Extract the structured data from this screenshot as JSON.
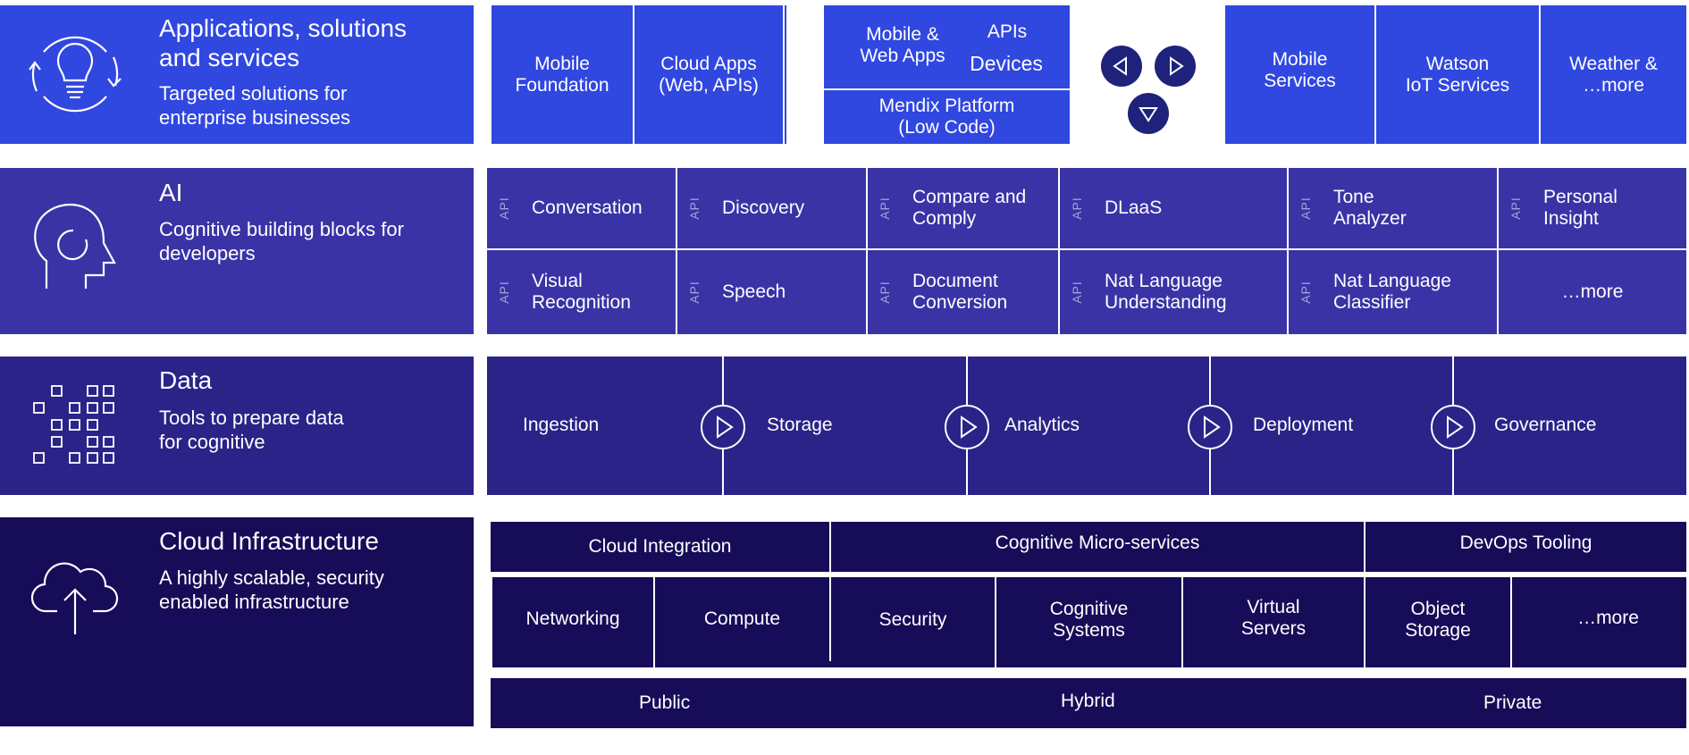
{
  "colors": {
    "applications": "#3047e0",
    "ai": "#3a33a6",
    "data": "#2b2388",
    "infra": "#160c58",
    "nav_button": "#1e227a"
  },
  "layers": {
    "applications": {
      "title": "Applications, solutions\nand services",
      "desc": "Targeted solutions for\nenterprise businesses",
      "icon": "lightbulb-cycle-icon",
      "cells": {
        "mobile_foundation": "Mobile\nFoundation",
        "cloud_apps": "Cloud Apps\n(Web, APIs)",
        "mobile_web_apps": "Mobile &\nWeb Apps",
        "apis": "APIs",
        "devices": "Devices",
        "mendix": "Mendix Platform\n(Low Code)",
        "mobile_services": "Mobile\nServices",
        "watson_iot": "Watson\nIoT Services",
        "weather_more": "Weather &\n…more"
      }
    },
    "ai": {
      "title": "AI",
      "desc": "Cognitive building blocks for\ndevelopers",
      "icon": "head-profile-icon",
      "api_tag": "API",
      "row1": [
        "Conversation",
        "Discovery",
        "Compare and\nComply",
        "DLaaS",
        "Tone\nAnalyzer",
        "Personal\nInsight"
      ],
      "row2": [
        "Visual\nRecognition",
        "Speech",
        "Document\nConversion",
        "Nat Language\nUnderstanding",
        "Nat Language\nClassifier"
      ],
      "more": "…more"
    },
    "data": {
      "title": "Data",
      "desc": "Tools to prepare data\nfor cognitive",
      "icon": "data-grid-icon",
      "steps": [
        "Ingestion",
        "Storage",
        "Analytics",
        "Deployment",
        "Governance"
      ]
    },
    "infra": {
      "title": "Cloud Infrastructure",
      "desc": "A highly scalable, security\nenabled infrastructure",
      "icon": "cloud-upload-icon",
      "top": [
        "Cloud Integration",
        "Cognitive Micro-services",
        "DevOps Tooling"
      ],
      "middle": [
        "Networking",
        "Compute",
        "Security",
        "Cognitive\nSystems",
        "Virtual\nServers",
        "Object\nStorage",
        "…more"
      ],
      "bottom": [
        "Public",
        "Hybrid",
        "Private"
      ]
    }
  }
}
